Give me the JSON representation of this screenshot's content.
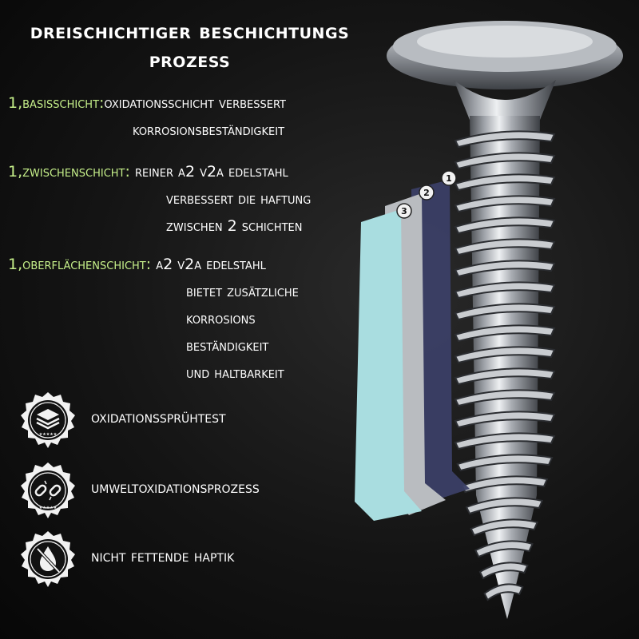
{
  "title": {
    "line1": "Dreischichtiger Beschichtungs",
    "line2": "prozess"
  },
  "sections": [
    {
      "label": "1,Basisschicht:",
      "lines": [
        "Oxidationsschicht verbessert",
        "Korrosionsbeständigkeit"
      ]
    },
    {
      "label": "1,Zwischenschicht:",
      "lines": [
        "Reiner A2 V2A Edelstahl",
        "verbessert die Haftung",
        "zwischen 2 Schichten"
      ]
    },
    {
      "label": "1,Oberflächenschicht:",
      "lines": [
        "A2 V2A Edelstahl",
        "bietet zusätzliche",
        "Korrosions",
        "beständigkeit",
        "und Haltbarkeit"
      ]
    }
  ],
  "features": [
    {
      "icon": "layers-icon",
      "text": "Oxidationssprühtest"
    },
    {
      "icon": "broken-chain-icon",
      "text": "Umweltoxidationsprozess"
    },
    {
      "icon": "no-oil-drop-icon",
      "text": "Nicht fettende Haptik"
    }
  ],
  "layer_markers": [
    "1",
    "2",
    "3"
  ],
  "colors": {
    "label_green": "#c6f08a",
    "layer_1": "#3b3f66",
    "layer_2": "#b9bcc0",
    "layer_3": "#a9dde0"
  }
}
